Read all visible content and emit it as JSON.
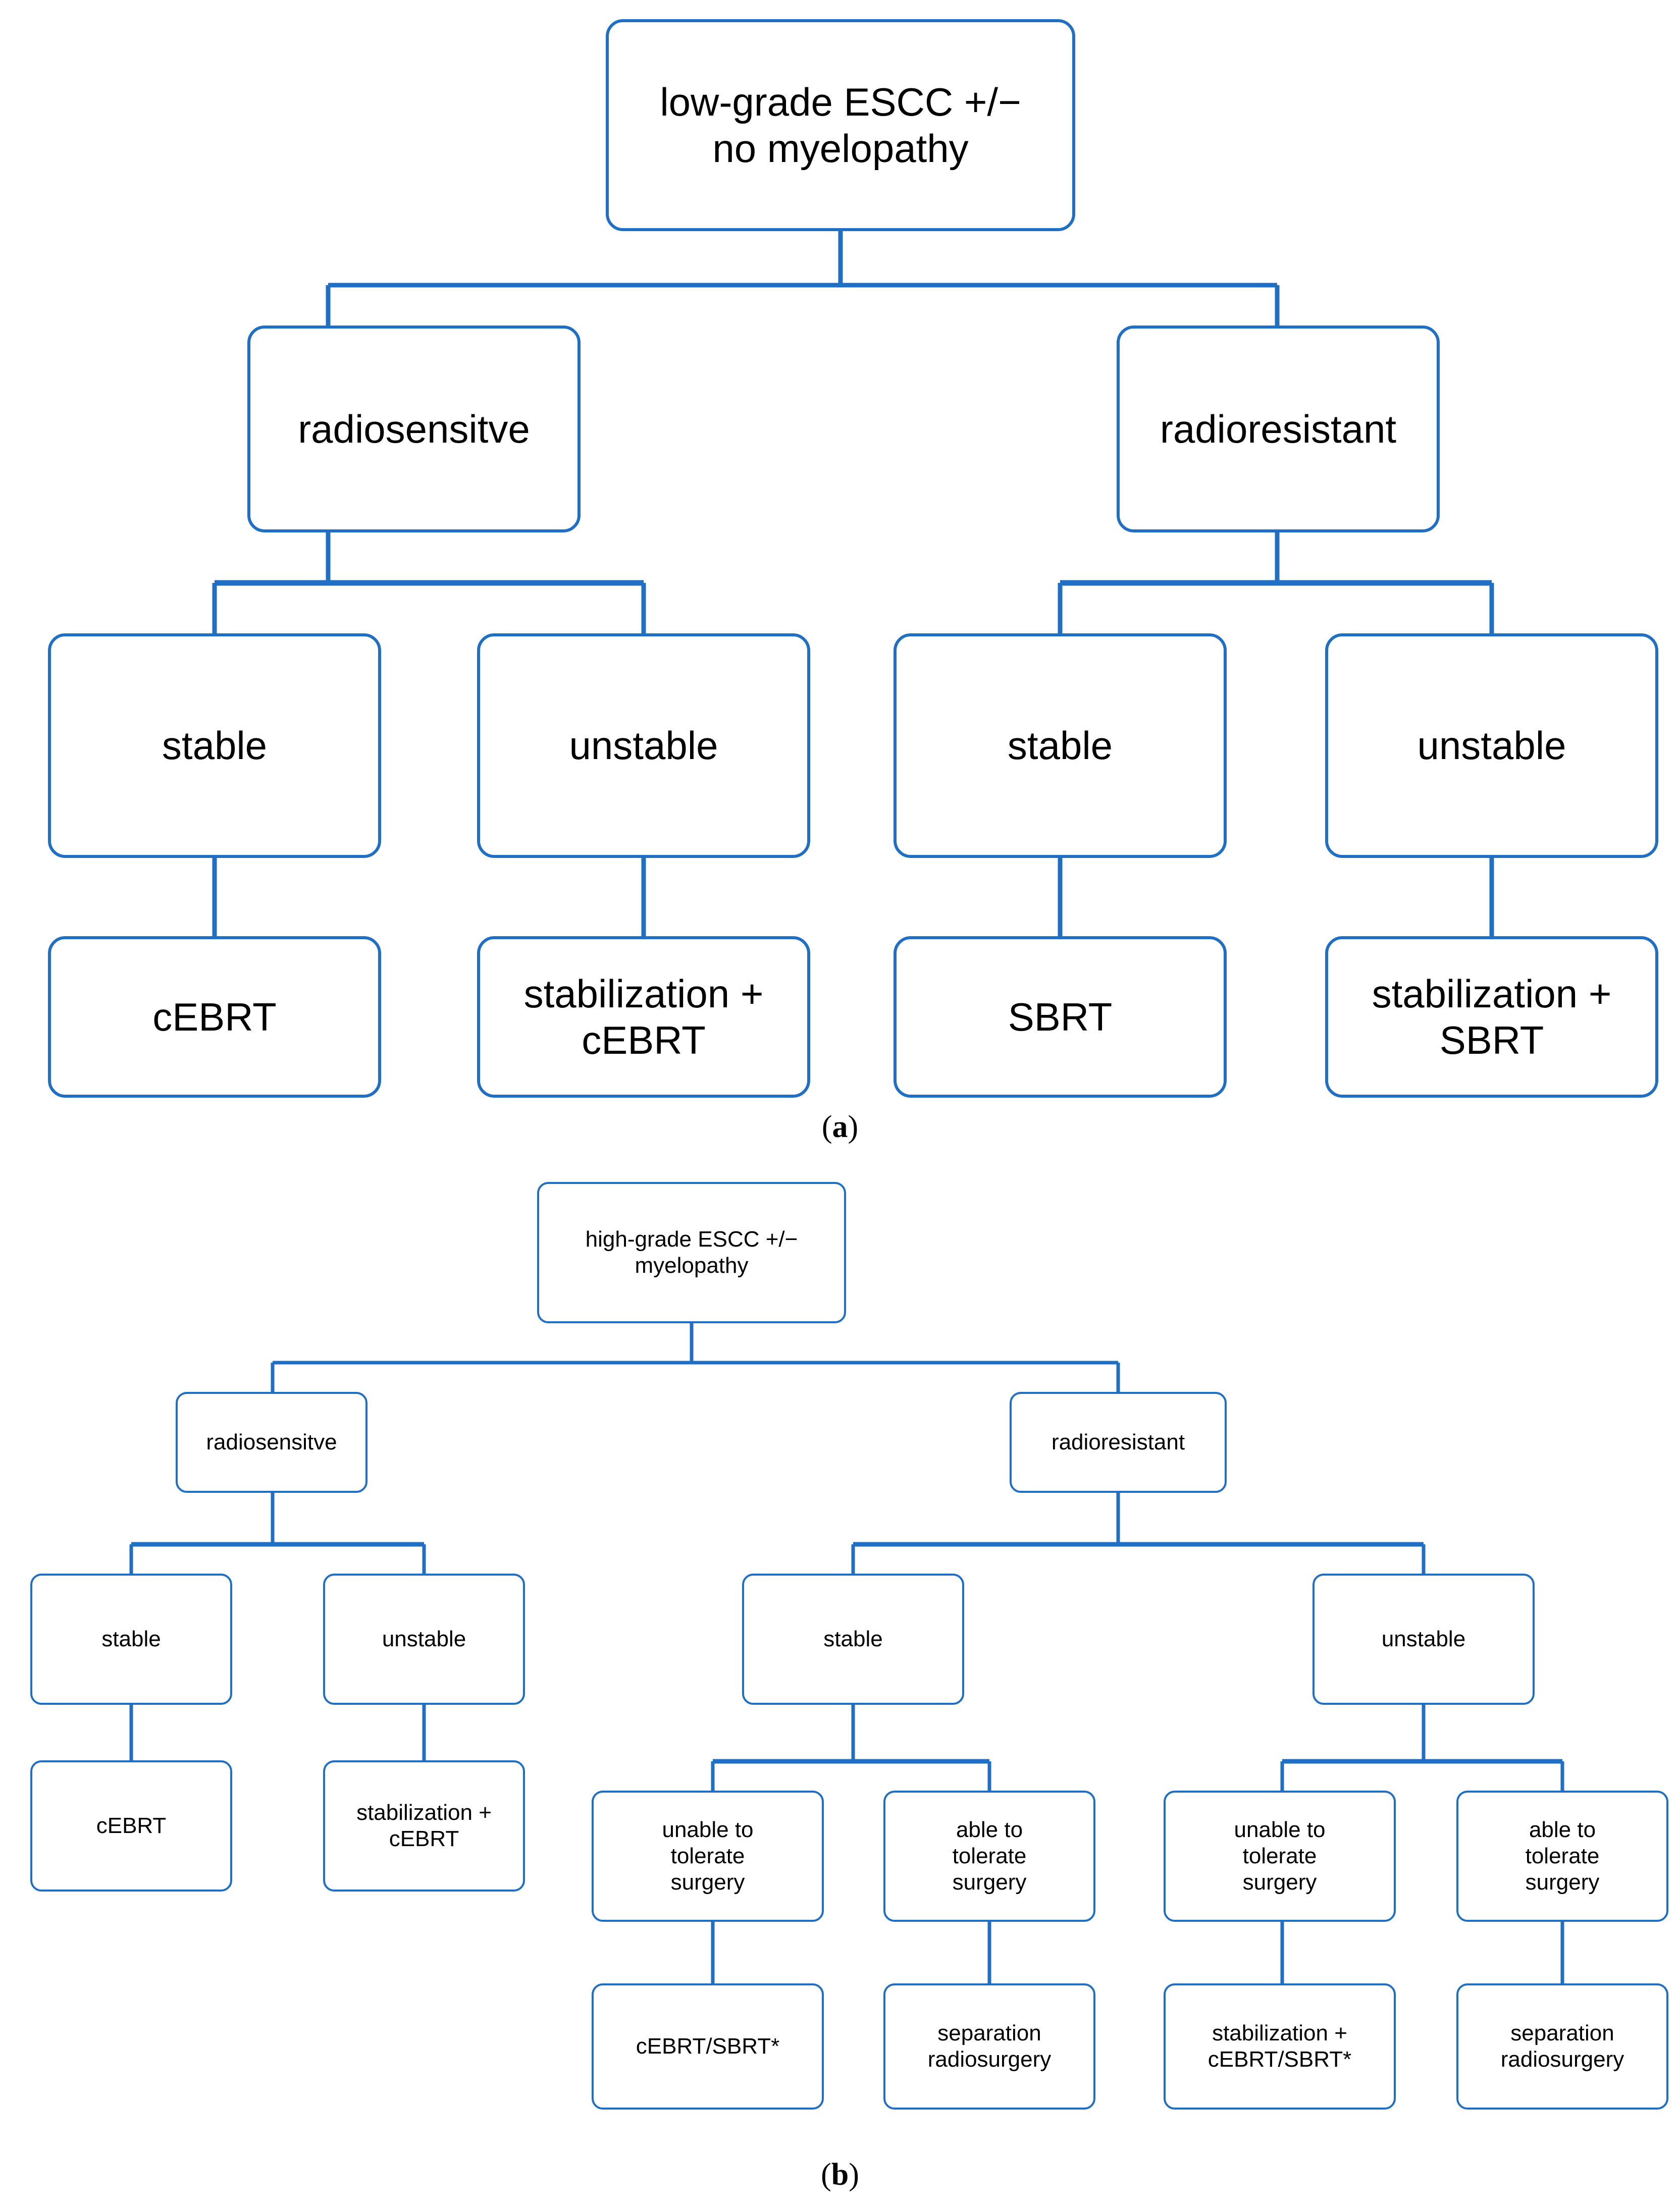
{
  "figure": {
    "style": {
      "edge_color": "#1f6fc4",
      "box_fill": "#ffffff",
      "text_color": "#000000"
    },
    "panels": [
      {
        "id": "a",
        "label": "(a)",
        "label_prefix": "(",
        "label_letter": "a",
        "label_suffix": ")",
        "root": "low-grade ESCC +/−\nno myelopathy",
        "nodes": {
          "root": "low-grade ESCC +/−\nno myelopathy",
          "radiosensitive": "radiosensitve",
          "radioresistant": "radioresistant",
          "rs_stable": "stable",
          "rs_unstable": "unstable",
          "rr_stable": "stable",
          "rr_unstable": "unstable",
          "rs_stable_tx": "cEBRT",
          "rs_unstable_tx": "stabilization +\ncEBRT",
          "rr_stable_tx": "SBRT",
          "rr_unstable_tx": "stabilization +\nSBRT"
        }
      },
      {
        "id": "b",
        "label": "(b)",
        "label_prefix": "(",
        "label_letter": "b",
        "label_suffix": ")",
        "root": "high-grade ESCC +/−\nmyelopathy",
        "nodes": {
          "root": "high-grade ESCC +/−\nmyelopathy",
          "radiosensitive": "radiosensitve",
          "radioresistant": "radioresistant",
          "rs_stable": "stable",
          "rs_unstable": "unstable",
          "rr_stable": "stable",
          "rr_unstable": "unstable",
          "rs_stable_tx": "cEBRT",
          "rs_unstable_tx": "stabilization +\ncEBRT",
          "rr_stable_unable": "unable to\ntolerate\nsurgery",
          "rr_stable_able": "able to\ntolerate\nsurgery",
          "rr_unstable_unable": "unable to\ntolerate\nsurgery",
          "rr_unstable_able": "able to\ntolerate\nsurgery",
          "rr_stable_unable_tx": "cEBRT/SBRT*",
          "rr_stable_able_tx": "separation\nradiosurgery",
          "rr_unstable_unable_tx": "stabilization +\ncEBRT/SBRT*",
          "rr_unstable_able_tx": "separation\nradiosurgery"
        }
      }
    ]
  }
}
